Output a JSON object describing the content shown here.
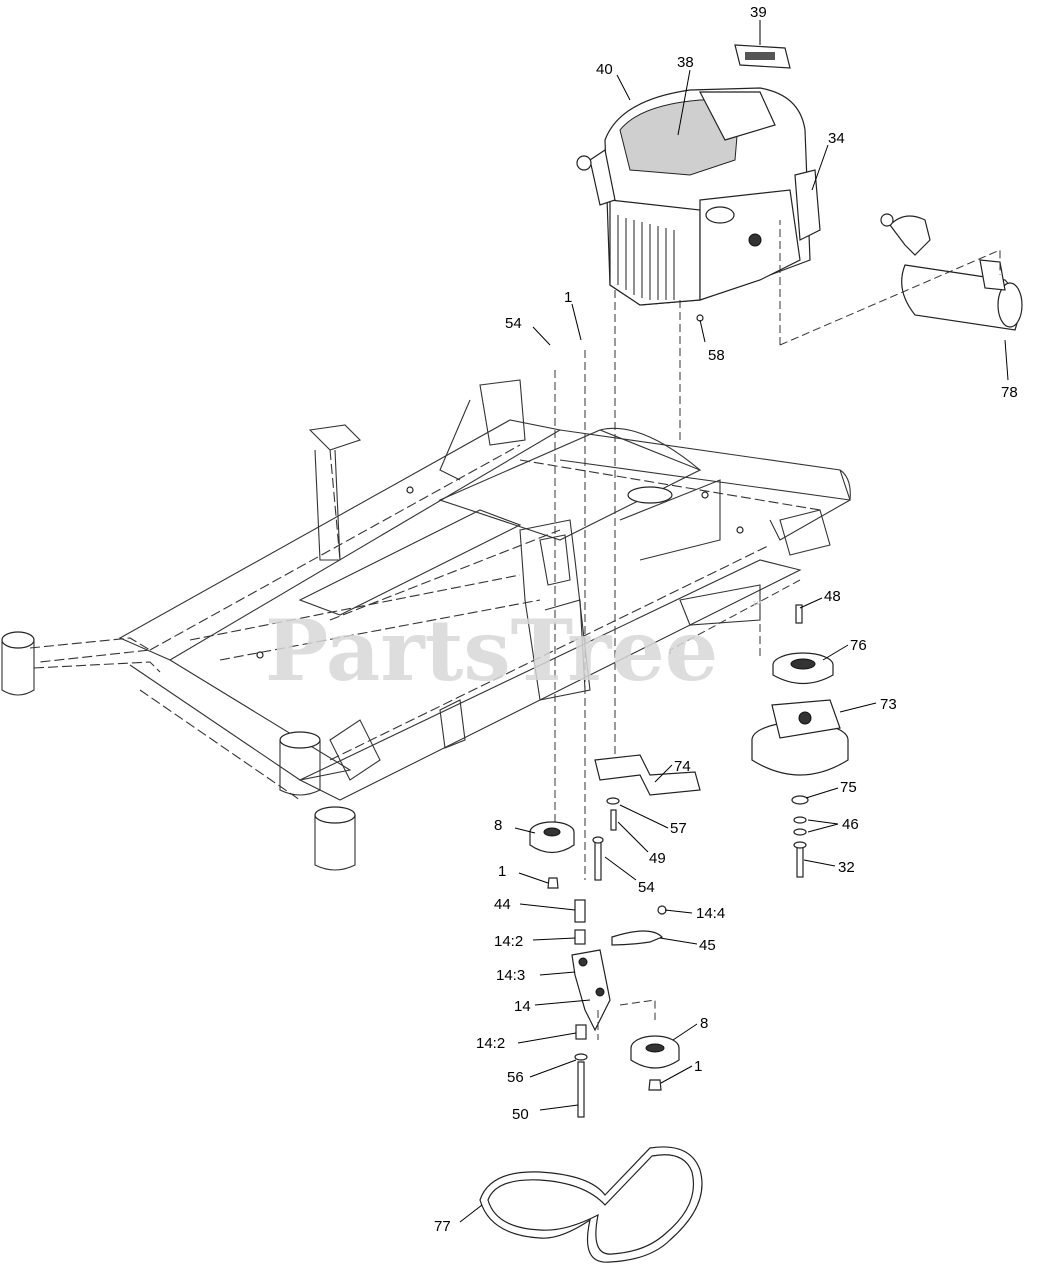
{
  "watermark": {
    "text": "PartsTree",
    "trademark": "™"
  },
  "labels": {
    "l1a": "1",
    "l54a": "54",
    "l38": "38",
    "l39": "39",
    "l40": "40",
    "l34": "34",
    "l58": "58",
    "l78": "78",
    "l48": "48",
    "l76": "76",
    "l73": "73",
    "l74": "74",
    "l75": "75",
    "l46": "46",
    "l32": "32",
    "l57": "57",
    "l49": "49",
    "l8a": "8",
    "l1b": "1",
    "l54b": "54",
    "l44": "44",
    "l14_4": "14:4",
    "l14_2a": "14:2",
    "l45": "45",
    "l14_3": "14:3",
    "l14": "14",
    "l8b": "8",
    "l14_2b": "14:2",
    "l56": "56",
    "l1c": "1",
    "l50": "50",
    "l77": "77"
  }
}
